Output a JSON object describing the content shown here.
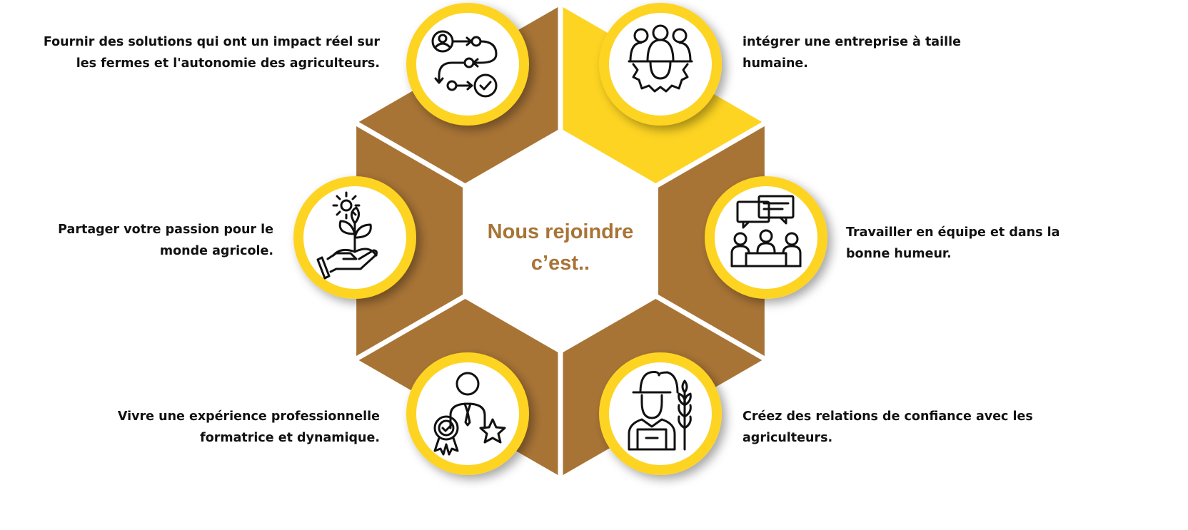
{
  "title": {
    "line1": "Nous rejoindre",
    "line2": "c’est.."
  },
  "colors": {
    "brown": "#A87436",
    "yellow": "#FDD422",
    "highlight": "#FDD422"
  },
  "items": [
    {
      "icon": "process-flow-icon",
      "line1": "Fournir des solutions qui ont un impact réel sur",
      "line2": "les fermes et l'autonomie des agriculteurs."
    },
    {
      "icon": "team-gear-icon",
      "line1": "intégrer une entreprise à taille",
      "line2": "humaine."
    },
    {
      "icon": "plant-in-hand-icon",
      "line1": "Partager votre passion pour le",
      "line2": "monde agricole."
    },
    {
      "icon": "team-meeting-icon",
      "line1": "Travailler en équipe et dans la",
      "line2": "bonne humeur."
    },
    {
      "icon": "employee-award-icon",
      "line1": "Vivre une expérience professionnelle",
      "line2": "formatrice et dynamique."
    },
    {
      "icon": "farmer-icon",
      "line1": "Créez des relations de confiance avec les",
      "line2": "agriculteurs."
    }
  ]
}
